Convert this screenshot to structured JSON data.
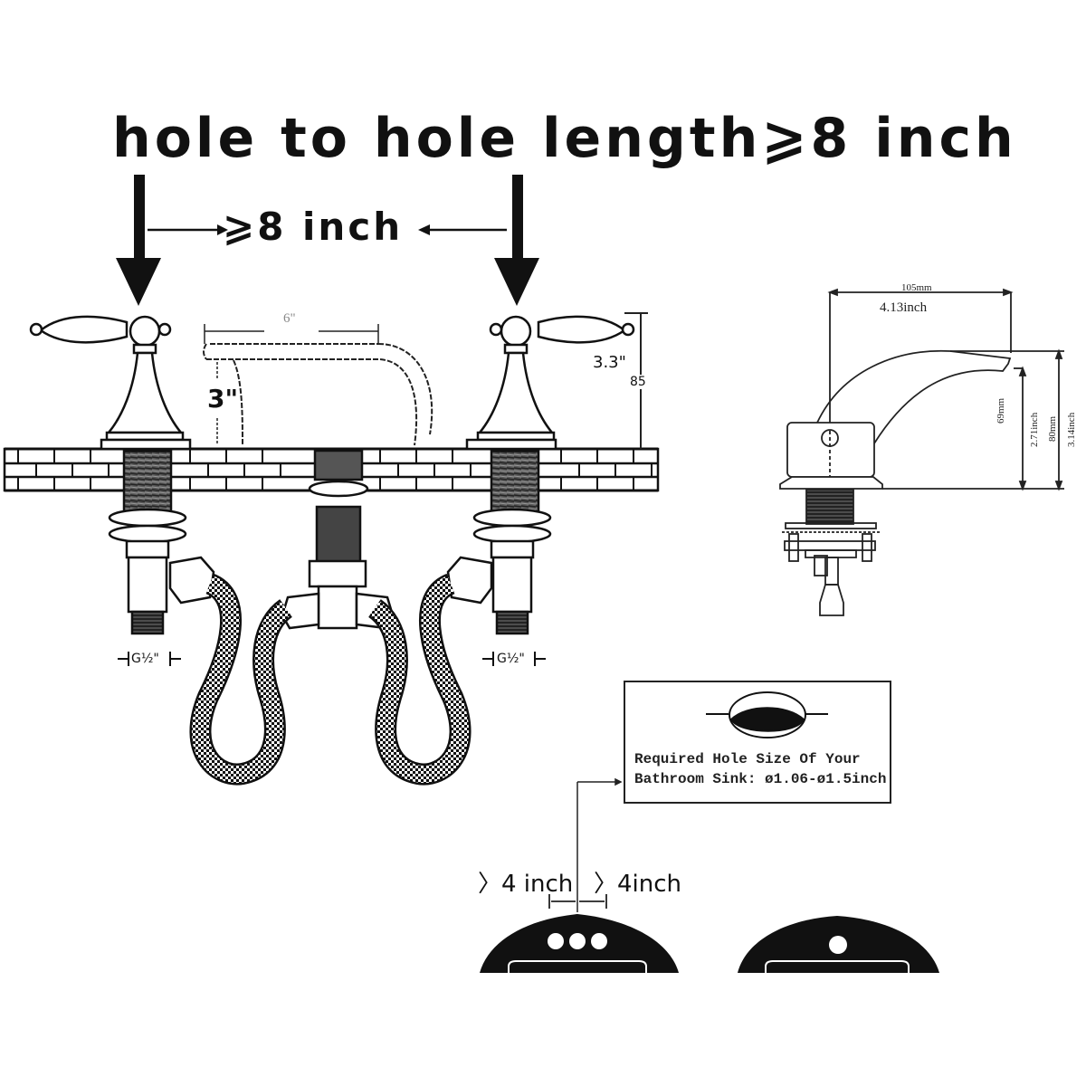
{
  "headline": {
    "text": "hole to hole length⩾8 inch"
  },
  "spacing_label": {
    "text": "⩾8 inch"
  },
  "widespread_faucet": {
    "spout_length_label": "6\"",
    "spout_height_label": "3\"",
    "handle_height_label": "3.3\"",
    "overall_height_label": "85",
    "left_thread_label": "G½\"",
    "right_thread_label": "G½\""
  },
  "single_hole_faucet": {
    "reach_mm": "105mm",
    "reach_inch": "4.13inch",
    "spout_height_mm": "69mm",
    "spout_height_inch": "2.71inch",
    "total_height_mm": "80mm",
    "total_height_inch": "3.14inch"
  },
  "hole_size_callout": {
    "line1": "Required Hole Size Of Your",
    "line2": "Bathroom Sink: ø1.06-ø1.5inch"
  },
  "sink_spacing": {
    "left_label": "〉4 inch",
    "right_label": "〉4inch"
  },
  "colors": {
    "ink": "#111111",
    "background": "#ffffff",
    "hose_fill": "#9a9a9a"
  }
}
